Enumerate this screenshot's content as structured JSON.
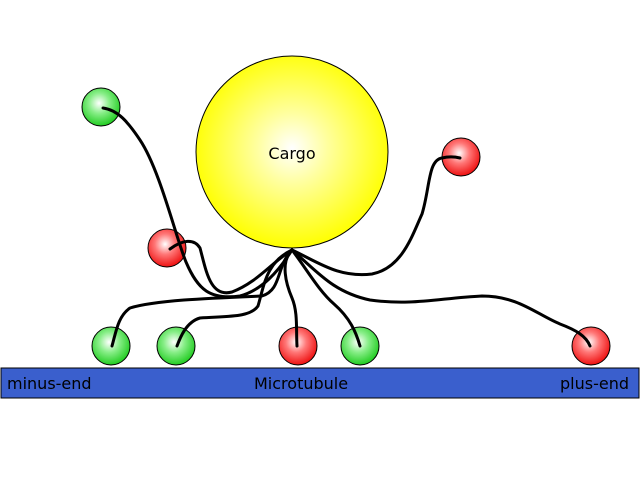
{
  "labels": {
    "cargo": "Cargo",
    "microtubule": "Microtubule",
    "minus_end": "minus-end",
    "plus_end": "plus-end"
  },
  "colors": {
    "microtubule": "#3a5fcd",
    "cargo": "#ffff00",
    "green_motor": "#22cc22",
    "red_motor": "#ee1111",
    "tether": "#000000"
  },
  "motors": [
    {
      "kind": "green",
      "state": "detached"
    },
    {
      "kind": "red",
      "state": "detached"
    },
    {
      "kind": "red",
      "state": "detached"
    },
    {
      "kind": "green",
      "state": "bound"
    },
    {
      "kind": "green",
      "state": "bound"
    },
    {
      "kind": "red",
      "state": "bound"
    },
    {
      "kind": "green",
      "state": "bound"
    },
    {
      "kind": "red",
      "state": "bound"
    }
  ]
}
